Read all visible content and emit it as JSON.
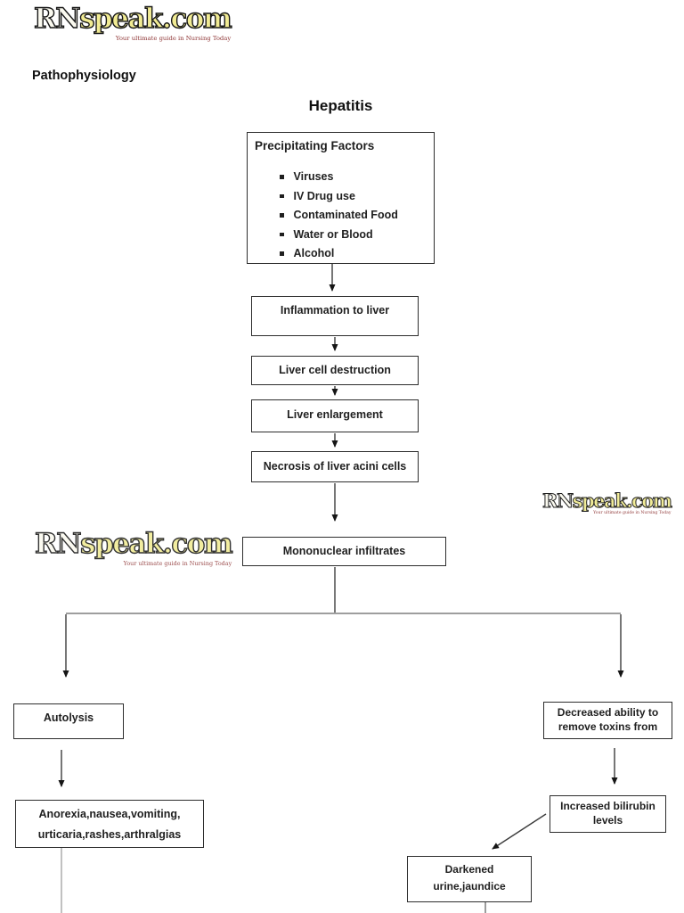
{
  "page": {
    "section_label": "Pathophysiology"
  },
  "logo": {
    "brand_rn": "RN",
    "brand_rest": "speak.com",
    "tagline": "Your ultimate guide in Nursing Today"
  },
  "flowchart": {
    "title": "Hepatitis",
    "precipitating": {
      "title": "Precipitating Factors",
      "items": [
        "Viruses",
        "IV Drug use",
        "Contaminated Food",
        "Water or Blood",
        "Alcohol"
      ]
    },
    "nodes": {
      "inflammation": "Inflammation to liver",
      "liver_cell_destruction": "Liver cell destruction",
      "liver_enlargement": "Liver enlargement",
      "necrosis": "Necrosis of liver acini cells",
      "mononuclear": "Mononuclear infiltrates",
      "autolysis": "Autolysis",
      "anorexia": {
        "line1": "Anorexia,nausea,vomiting,",
        "line2": "urticaria,rashes,arthralgias"
      },
      "decreased": {
        "line1": "Decreased ability to",
        "line2": "remove toxins from"
      },
      "increased": {
        "line1": "Increased bilirubin",
        "line2": "levels"
      },
      "darkened": {
        "line1": "Darkened",
        "line2": "urine,jaundice"
      }
    }
  },
  "colors": {
    "box_border": "#2d2d2d",
    "text": "#1f1f1f",
    "connector_dark": "#3c3c3c",
    "connector_gray": "#9e9e9e",
    "logo_yellow": "#f1eb93",
    "logo_tagline_red": "#8e3434"
  }
}
